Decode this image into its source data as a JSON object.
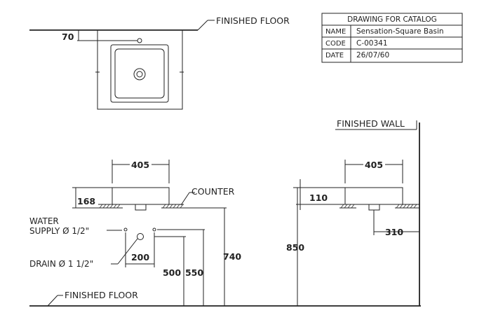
{
  "title_block": {
    "heading": "DRAWING FOR CATALOG",
    "rows": [
      {
        "key": "NAME",
        "value": "Sensation-Square Basin"
      },
      {
        "key": "CODE",
        "value": "C-00341"
      },
      {
        "key": "DATE",
        "value": "26/07/60"
      }
    ]
  },
  "labels": {
    "finished_floor_top": "FINISHED FLOOR",
    "finished_floor_bottom": "FINISHED FLOOR",
    "finished_wall": "FINISHED WALL",
    "counter": "COUNTER",
    "water_supply_line1": "WATER",
    "water_supply_line2": "SUPPLY Ø 1/2\"",
    "drain": "DRAIN Ø 1 1/2\""
  },
  "dimensions": {
    "top_offset": "70",
    "front_width": "405",
    "front_height": "168",
    "supply_spacing": "200",
    "drain_height": "500",
    "supply_height": "550",
    "counter_height": "740",
    "side_width": "405",
    "side_height": "110",
    "side_wall_offset": "310",
    "wall_height": "850"
  }
}
